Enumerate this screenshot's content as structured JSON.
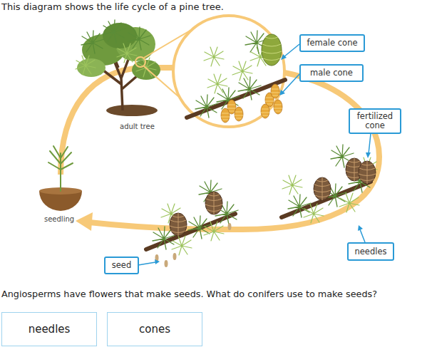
{
  "diagram": {
    "title": "This diagram shows the life cycle of a pine tree.",
    "nodes": [
      {
        "text": [
          "female cone"
        ]
      },
      {
        "text": [
          "male cone"
        ]
      },
      {
        "text": [
          "fertilized cone"
        ]
      },
      {
        "text": [
          "needles"
        ]
      },
      {
        "text": [
          "seed"
        ]
      },
      {
        "text": [
          "needles"
        ]
      },
      {
        "text": [
          "cones"
        ]
      }
    ],
    "labels": [
      "adult tree",
      "seedling",
      "Angiosperms have flowers that make seeds. What do conifers use to make seeds?"
    ]
  }
}
